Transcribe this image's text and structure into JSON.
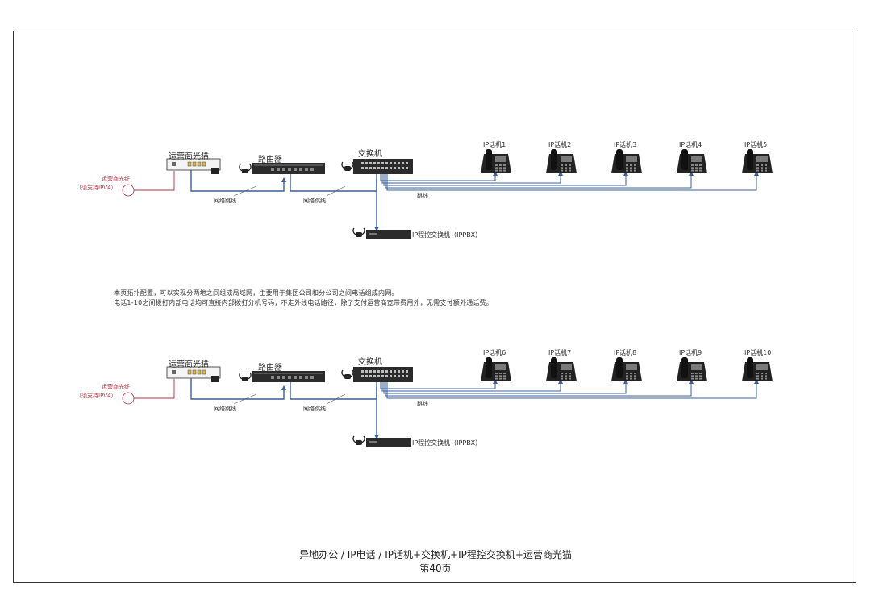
{
  "diagram": {
    "sections": [
      {
        "modem_label": "运营商光猫",
        "router_label": "路由器",
        "switch_label": "交换机",
        "fiber_label_line1": "运营商光纤",
        "fiber_label_line2": "（须支持IPV4）",
        "cable_label_1": "网络跳线",
        "cable_label_2": "网络跳线",
        "cable_label_3": "跳线",
        "pbx_label": "IP程控交换机（IPPBX）",
        "phones": [
          "IP话机1",
          "IP话机2",
          "IP话机3",
          "IP话机4",
          "IP话机5"
        ]
      },
      {
        "modem_label": "运营商光猫",
        "router_label": "路由器",
        "switch_label": "交换机",
        "fiber_label_line1": "运营商光纤",
        "fiber_label_line2": "（须支持IPV4）",
        "cable_label_1": "网络跳线",
        "cable_label_2": "网络跳线",
        "cable_label_3": "跳线",
        "pbx_label": "IP程控交换机（IPPBX）",
        "phones": [
          "IP话机6",
          "IP话机7",
          "IP话机8",
          "IP话机9",
          "IP话机10"
        ]
      }
    ],
    "note_line1": "本页拓扑配置，可以实现分两地之间组成局域网，主要用于集团公司和分公司之间电话组成内网。",
    "note_line2": "电话1-10之间拨打内部电话均可直接内部拨打分机号码，不走外线电话路径，除了支付运营商宽带费用外，无需支付额外通话费。"
  },
  "footer": {
    "breadcrumb": "异地办公 / IP电话 / IP话机+交换机+IP程控交换机+运营商光猫",
    "page": "第40页"
  },
  "colors": {
    "cable": "#3a5f9a",
    "fiber": "#b03040",
    "device_dark": "#2b2b2b",
    "frame": "#333333"
  }
}
